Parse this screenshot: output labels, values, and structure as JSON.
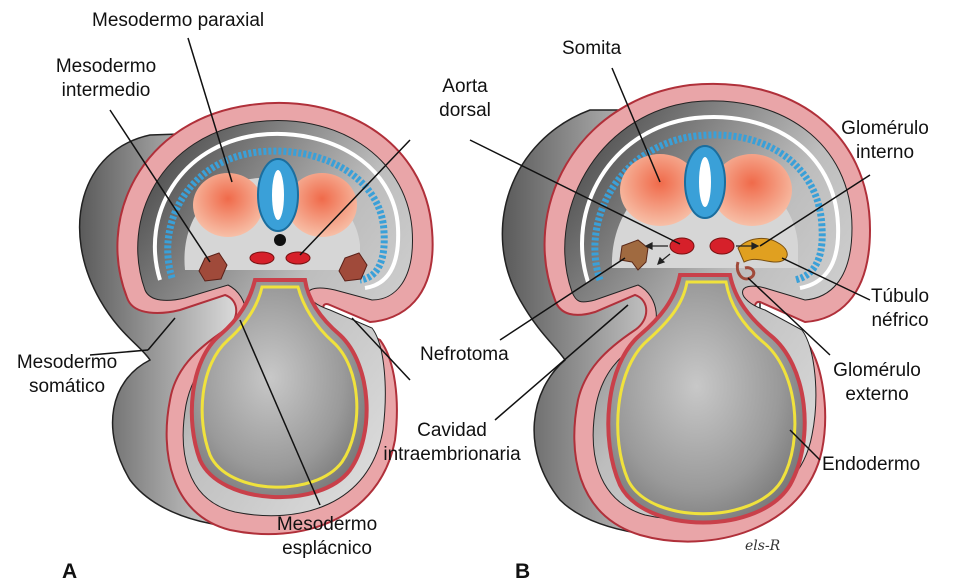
{
  "labels": {
    "mesodermo_paraxial": "Mesodermo paraxial",
    "mesodermo_intermedio_1": "Mesodermo",
    "mesodermo_intermedio_2": "intermedio",
    "aorta_dorsal_1": "Aorta",
    "aorta_dorsal_2": "dorsal",
    "somita": "Somita",
    "glomerulo_interno_1": "Glomérulo",
    "glomerulo_interno_2": "interno",
    "mesodermo_somatico_1": "Mesodermo",
    "mesodermo_somatico_2": "somático",
    "nefrotoma": "Nefrotoma",
    "tubulo_nefrico_1": "Túbulo",
    "tubulo_nefrico_2": "néfrico",
    "glomerulo_externo_1": "Glomérulo",
    "glomerulo_externo_2": "externo",
    "cavidad_1": "Cavidad",
    "cavidad_2": "intraembrionaria",
    "endodermo": "Endodermo",
    "mesodermo_esplacnico_1": "Mesodermo",
    "mesodermo_esplacnico_2": "esplácnico"
  },
  "panels": {
    "a": "A",
    "b": "B"
  },
  "signature": "els-R",
  "colors": {
    "ectoderm": "#c9404a",
    "ectoderm_fill": "#e9a5a8",
    "neural": "#3aa0d8",
    "somite": "#ef8a6a",
    "nephric": "#a04a3a",
    "aorta": "#d6202a",
    "endoderm": "#f0e23c",
    "body_dark": "#707070",
    "body_light": "#e6e6e6",
    "tubule": "#e0a020"
  }
}
